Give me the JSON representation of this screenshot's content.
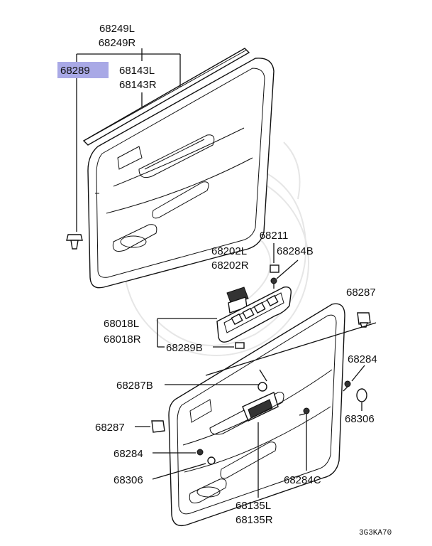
{
  "labels": {
    "p68249L": "68249L",
    "p68249R": "68249R",
    "p68289": "68289",
    "p68143L": "68143L",
    "p68143R": "68143R",
    "p68211": "68211",
    "p68202L": "68202L",
    "p68284B": "68284B",
    "p68202R": "68202R",
    "p68018L": "68018L",
    "p68018R": "68018R",
    "p68289B": "68289B",
    "p68287_right": "68287",
    "p68284_right": "68284",
    "p68306_right": "68306",
    "p68287B": "68287B",
    "p68287_left": "68287",
    "p68284_left": "68284",
    "p68306_left": "68306",
    "p68284C": "68284C",
    "p68135L": "68135L",
    "p68135R": "68135R",
    "code": "3G3KA70"
  },
  "colors": {
    "highlight": "#a9a9e6",
    "line": "#111111"
  }
}
